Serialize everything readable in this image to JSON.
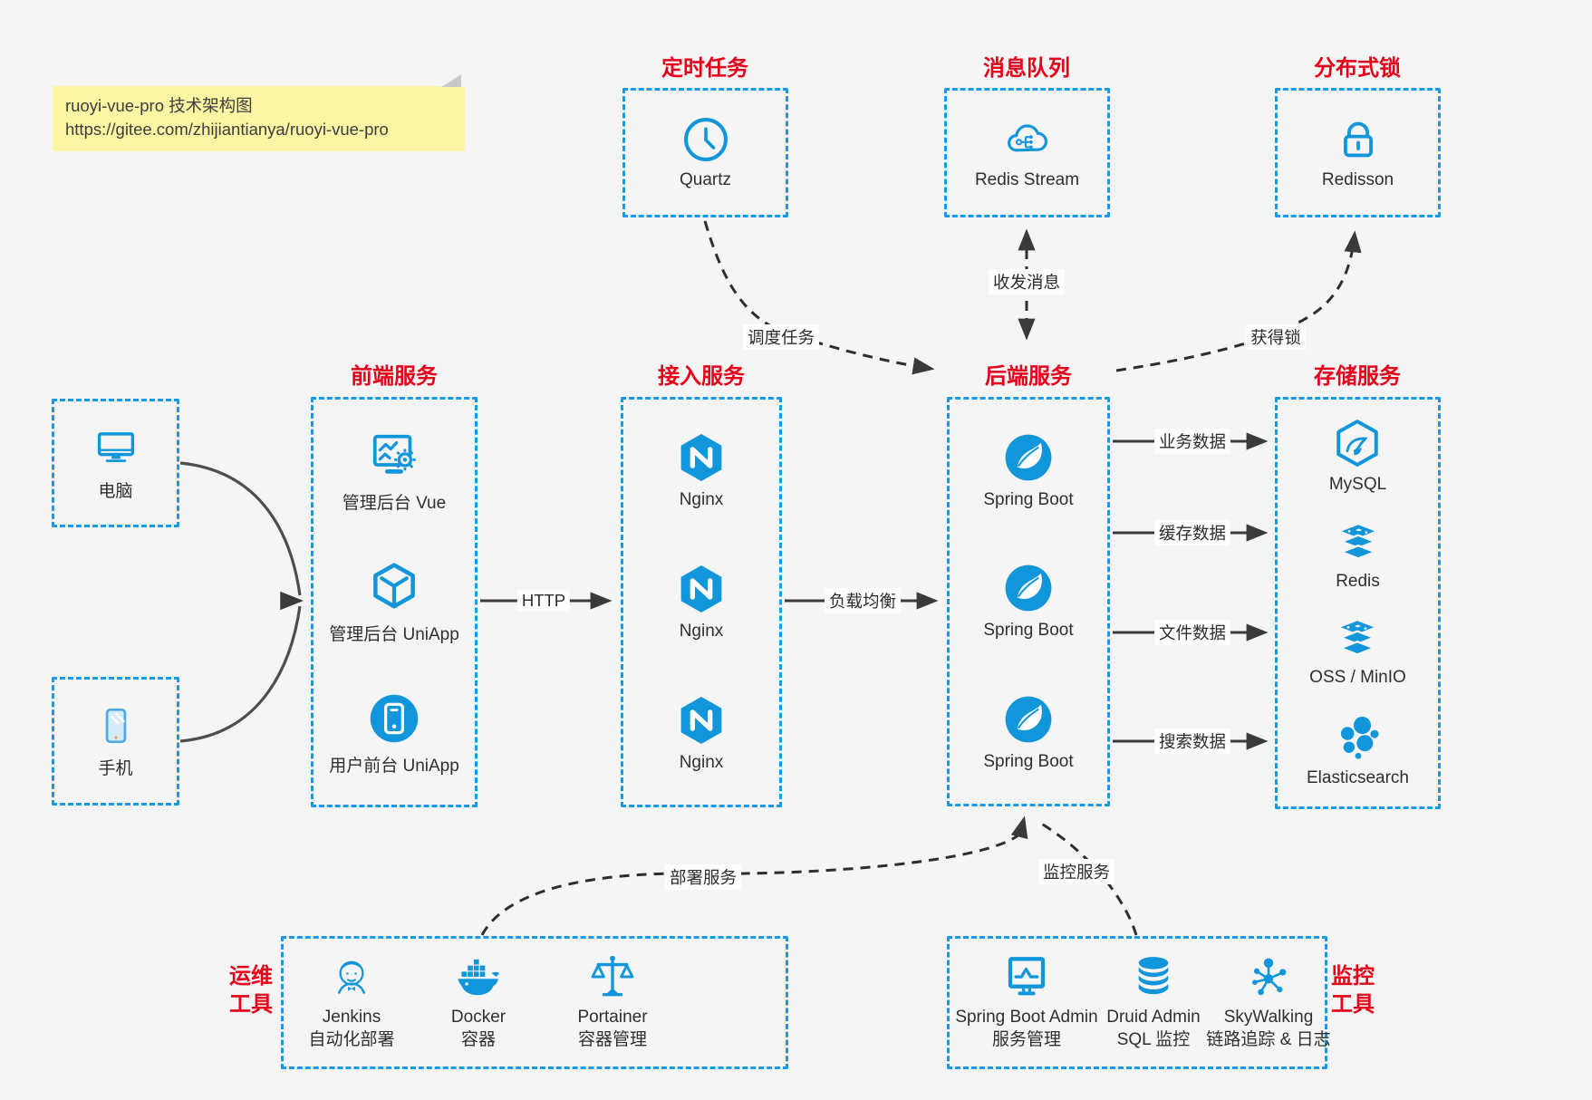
{
  "note": {
    "line1": "ruoyi-vue-pro 技术架构图",
    "line2": "https://gitee.com/zhijiantianya/ruoyi-vue-pro"
  },
  "top_groups": [
    {
      "title": "定时任务",
      "item": {
        "icon": "clock-icon",
        "label": "Quartz"
      }
    },
    {
      "title": "消息队列",
      "item": {
        "icon": "message-cloud-icon",
        "label": "Redis Stream"
      }
    },
    {
      "title": "分布式锁",
      "item": {
        "icon": "lock-icon",
        "label": "Redisson"
      }
    }
  ],
  "clients": [
    {
      "icon": "desktop-icon",
      "label": "电脑"
    },
    {
      "icon": "mobile-icon",
      "label": "手机"
    }
  ],
  "columns": [
    {
      "title": "前端服务",
      "items": [
        {
          "icon": "admin-vue-icon",
          "label": "管理后台 Vue"
        },
        {
          "icon": "uniapp-cube-icon",
          "label": "管理后台 UniApp"
        },
        {
          "icon": "user-uniapp-icon",
          "label": "用户前台 UniApp"
        }
      ]
    },
    {
      "title": "接入服务",
      "items": [
        {
          "icon": "nginx-icon",
          "label": "Nginx"
        },
        {
          "icon": "nginx-icon",
          "label": "Nginx"
        },
        {
          "icon": "nginx-icon",
          "label": "Nginx"
        }
      ]
    },
    {
      "title": "后端服务",
      "items": [
        {
          "icon": "spring-boot-icon",
          "label": "Spring Boot"
        },
        {
          "icon": "spring-boot-icon",
          "label": "Spring Boot"
        },
        {
          "icon": "spring-boot-icon",
          "label": "Spring Boot"
        }
      ]
    },
    {
      "title": "存储服务",
      "items": [
        {
          "icon": "mysql-icon",
          "label": "MySQL"
        },
        {
          "icon": "redis-stack-icon",
          "label": "Redis"
        },
        {
          "icon": "object-storage-icon",
          "label": "OSS / MinIO"
        },
        {
          "icon": "elasticsearch-icon",
          "label": "Elasticsearch"
        }
      ]
    }
  ],
  "bottom_groups": [
    {
      "title_line1": "运维",
      "title_line2": "工具",
      "items": [
        {
          "icon": "jenkins-icon",
          "label": "Jenkins",
          "sublabel": "自动化部署"
        },
        {
          "icon": "docker-icon",
          "label": "Docker",
          "sublabel": "容器"
        },
        {
          "icon": "portainer-icon",
          "label": "Portainer",
          "sublabel": "容器管理"
        }
      ]
    },
    {
      "title_line1": "监控",
      "title_line2": "工具",
      "items": [
        {
          "icon": "spring-boot-admin-icon",
          "label": "Spring Boot Admin",
          "sublabel": "服务管理"
        },
        {
          "icon": "druid-icon",
          "label": "Druid Admin",
          "sublabel": "SQL 监控"
        },
        {
          "icon": "skywalking-icon",
          "label": "SkyWalking",
          "sublabel": "链路追踪 & 日志"
        }
      ]
    }
  ],
  "edges": {
    "http": "HTTP",
    "load_balance": "负载均衡",
    "schedule": "调度任务",
    "messages": "收发消息",
    "lock": "获得锁",
    "business": "业务数据",
    "cache": "缓存数据",
    "file": "文件数据",
    "search": "搜索数据",
    "deploy": "部署服务",
    "monitor": "监控服务"
  },
  "colors": {
    "accent_blue": "#1296db",
    "border_blue": "#1499ec",
    "title_red": "#e60019",
    "note_yellow": "#fbf5a4",
    "arrow_dark": "#3a3a3a",
    "background": "#f5f5f6"
  }
}
